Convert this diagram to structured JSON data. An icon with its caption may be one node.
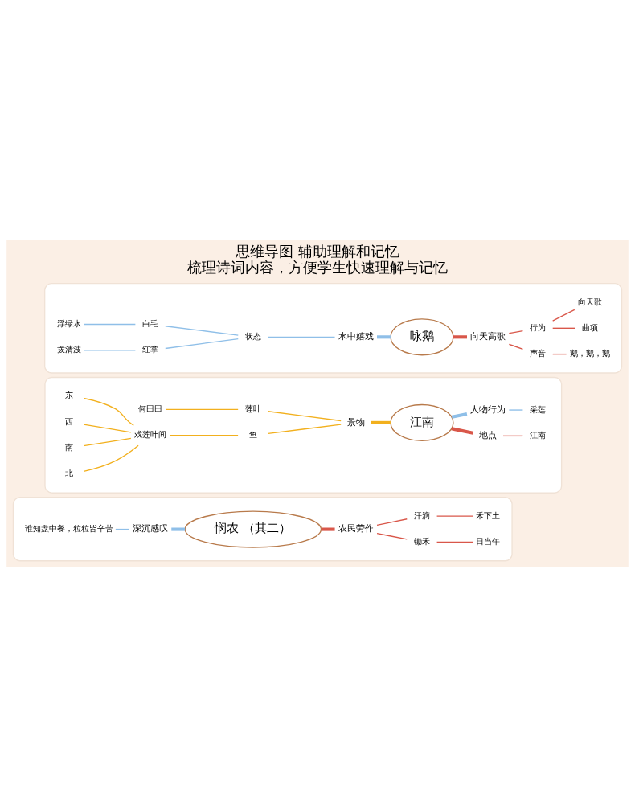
{
  "diagram": {
    "title": "思维导图 辅助理解和记忆",
    "caption": "梳理诗词内容，方便学生快速理解与记忆",
    "nodes": [
      {
        "text": [],
        "shape": "box"
      },
      {
        "text": [
          "悯农 （其二）"
        ],
        "in": 0
      },
      {
        "text": [
          "深沉感叹"
        ],
        "in": 0
      },
      {
        "text": [
          "谁知盘中餐，粒粒皆辛苦"
        ],
        "in": 0
      },
      {
        "text": [
          "农民劳作"
        ],
        "in": 0
      },
      {
        "text": [
          "锄禾"
        ],
        "in": 0
      },
      {
        "text": [
          "日当午"
        ],
        "in": 0
      },
      {
        "text": [
          "汗滴"
        ],
        "in": 0
      },
      {
        "text": [
          "禾下土"
        ],
        "in": 0
      },
      {
        "text": [],
        "shape": "box"
      },
      {
        "text": [
          "江南"
        ],
        "in": 9
      },
      {
        "text": [
          "景物"
        ],
        "in": 9
      },
      {
        "text": [
          "莲叶"
        ],
        "in": 9
      },
      {
        "text": [
          "何田田"
        ],
        "in": 9
      },
      {
        "text": [
          "鱼"
        ],
        "in": 9
      },
      {
        "text": [
          "戏莲叶间"
        ],
        "in": 9
      },
      {
        "text": [
          "东"
        ],
        "in": 9
      },
      {
        "text": [
          "西"
        ],
        "in": 9
      },
      {
        "text": [
          "南"
        ],
        "in": 9
      },
      {
        "text": [
          "北"
        ],
        "in": 9
      },
      {
        "text": [
          "地点"
        ],
        "in": 9
      },
      {
        "text": [
          "江南"
        ],
        "in": 9
      },
      {
        "text": [
          "人物行为"
        ],
        "in": 9
      },
      {
        "text": [
          "采莲"
        ],
        "in": 9
      },
      {
        "text": [],
        "shape": "box"
      },
      {
        "text": [
          "咏鹅"
        ],
        "in": 24
      },
      {
        "text": [
          "水中嬉戏"
        ],
        "in": 24
      },
      {
        "text": [
          "状态"
        ],
        "in": 24
      },
      {
        "text": [
          "白毛"
        ],
        "in": 24
      },
      {
        "text": [
          "浮绿水"
        ],
        "in": 24
      },
      {
        "text": [
          "红掌"
        ],
        "in": 24
      },
      {
        "text": [
          "拨清波"
        ],
        "in": 24
      },
      {
        "text": [
          "向天高歌"
        ],
        "in": 24
      },
      {
        "text": [
          "声音"
        ],
        "in": 24
      },
      {
        "text": [
          "鹅，鹅，鹅"
        ],
        "in": 24
      },
      {
        "text": [
          "行为"
        ],
        "in": 24
      },
      {
        "text": [
          "曲项"
        ],
        "in": 24
      },
      {
        "text": [
          "向天歌"
        ],
        "in": 24
      }
    ],
    "edges": [
      {
        "from": 2,
        "to": 1,
        "arrow": "none",
        "style": "thick",
        "color": "#8fbfe8"
      },
      {
        "from": 3,
        "to": 2,
        "arrow": "none",
        "color": "#8fbfe8"
      },
      {
        "from": 1,
        "to": 4,
        "arrow": "none",
        "style": "thick",
        "color": "#d9574a"
      },
      {
        "from": 4,
        "to": 5,
        "arrow": "none",
        "color": "#d9574a"
      },
      {
        "from": 5,
        "to": 6,
        "arrow": "none",
        "color": "#d9574a"
      },
      {
        "from": 4,
        "to": 7,
        "arrow": "none",
        "color": "#d9574a"
      },
      {
        "from": 7,
        "to": 8,
        "arrow": "none",
        "color": "#d9574a"
      },
      {
        "from": 11,
        "to": 10,
        "arrow": "none",
        "style": "thick",
        "color": "#f2b01e"
      },
      {
        "from": 12,
        "to": 11,
        "arrow": "none",
        "color": "#f2b01e"
      },
      {
        "from": 13,
        "to": 12,
        "arrow": "none",
        "color": "#f2b01e"
      },
      {
        "from": 14,
        "to": 11,
        "arrow": "none",
        "color": "#f2b01e"
      },
      {
        "from": 15,
        "to": 14,
        "arrow": "none",
        "color": "#f2b01e"
      },
      {
        "from": 16,
        "to": 15,
        "arrow": "none",
        "color": "#f2b01e"
      },
      {
        "from": 17,
        "to": 15,
        "arrow": "none",
        "color": "#f2b01e"
      },
      {
        "from": 18,
        "to": 15,
        "arrow": "none",
        "color": "#f2b01e"
      },
      {
        "from": 19,
        "to": 15,
        "arrow": "none",
        "color": "#f2b01e"
      },
      {
        "from": 10,
        "to": 20,
        "arrow": "none",
        "style": "thick",
        "color": "#d9574a"
      },
      {
        "from": 20,
        "to": 21,
        "arrow": "none",
        "color": "#d9574a"
      },
      {
        "from": 10,
        "to": 22,
        "arrow": "none",
        "style": "thick",
        "color": "#8fbfe8"
      },
      {
        "from": 22,
        "to": 23,
        "arrow": "none",
        "color": "#8fbfe8"
      },
      {
        "from": 26,
        "to": 25,
        "arrow": "none",
        "style": "thick",
        "color": "#8fbfe8"
      },
      {
        "from": 27,
        "to": 26,
        "arrow": "none",
        "color": "#8fbfe8"
      },
      {
        "from": 28,
        "to": 27,
        "arrow": "none",
        "color": "#8fbfe8"
      },
      {
        "from": 29,
        "to": 28,
        "arrow": "none",
        "color": "#8fbfe8"
      },
      {
        "from": 30,
        "to": 27,
        "arrow": "none",
        "color": "#8fbfe8"
      },
      {
        "from": 31,
        "to": 30,
        "arrow": "none",
        "color": "#8fbfe8"
      },
      {
        "from": 25,
        "to": 32,
        "arrow": "none",
        "style": "thick",
        "color": "#d9574a"
      },
      {
        "from": 32,
        "to": 33,
        "arrow": "none",
        "color": "#d9574a"
      },
      {
        "from": 33,
        "to": 34,
        "arrow": "none",
        "color": "#d9574a"
      },
      {
        "from": 32,
        "to": 35,
        "arrow": "none",
        "color": "#d9574a"
      },
      {
        "from": 35,
        "to": 36,
        "arrow": "none",
        "color": "#d9574a"
      },
      {
        "from": 35,
        "to": 37,
        "arrow": "none",
        "color": "#d9574a"
      }
    ]
  }
}
